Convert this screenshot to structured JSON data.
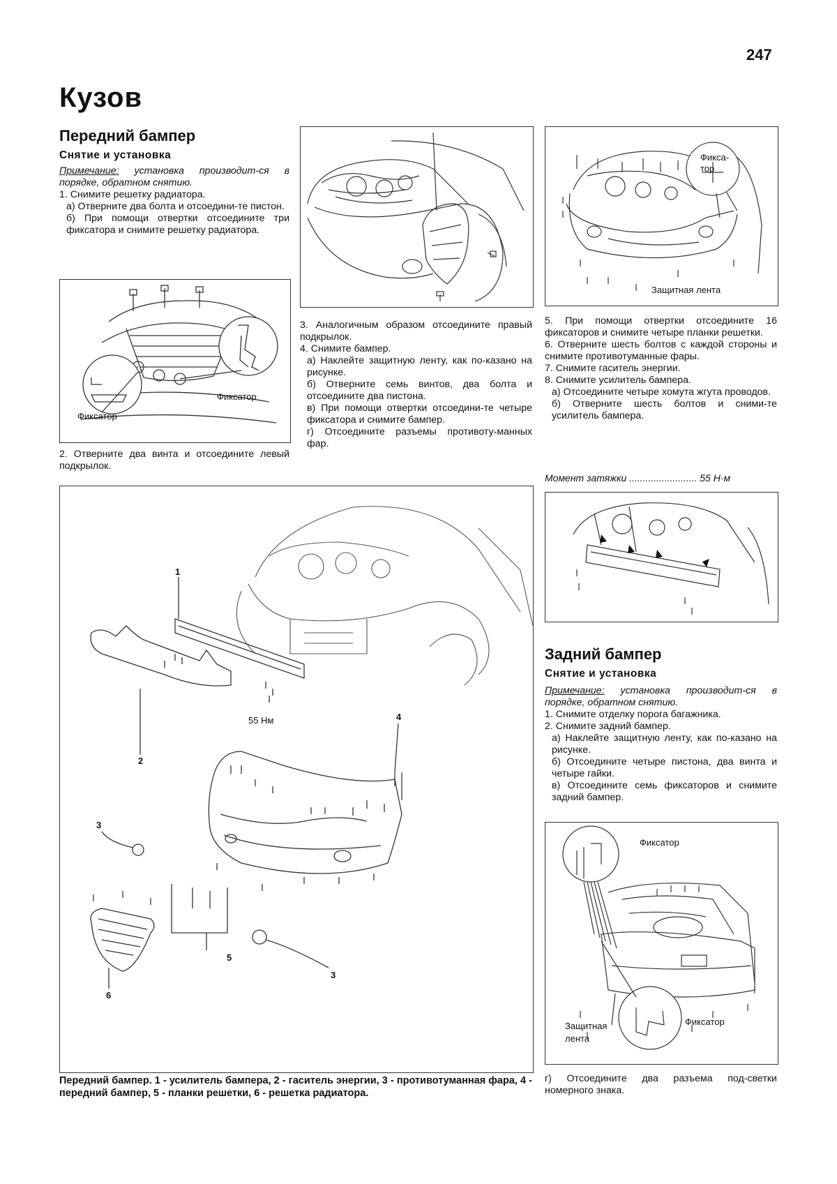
{
  "page": {
    "number": "247",
    "chapter": "Кузов"
  },
  "front": {
    "title": "Передний бампер",
    "subtitle": "Снятие и установка",
    "note_label": "Примечание:",
    "note_text": " установка производит-ся в порядке, обратном снятию.",
    "steps_a": [
      "1. Снимите решетку радиатора.",
      "а) Отверните два болта и отсоедини-те пистон.",
      "б) При помощи отвертки отсоедините три фиксатора и снимите решетку радиатора."
    ],
    "step2": "2. Отверните два винта и отсоедините левый подкрылок.",
    "steps_b": [
      "3. Аналогичным образом отсоедините правый подкрылок.",
      "4. Снимите бампер.",
      "а) Наклейте защитную ленту, как по-казано на рисунке.",
      "б) Отверните семь винтов, два болта и отсоедините два пистона.",
      "в) При помощи отвертки отсоедини-те четыре фиксатора и снимите бампер.",
      "г) Отсоедините разъемы противоту-манных фар."
    ],
    "steps_c": [
      "5. При помощи отвертки отсоедините 16 фиксаторов и снимите четыре планки решетки.",
      "6. Отверните шесть болтов с каждой стороны и снимите противотуманные фары.",
      "7. Снимите гаситель энергии.",
      "8. Снимите усилитель бампера.",
      "а) Отсоедините четыре хомута жгута проводов.",
      "б) Отверните шесть болтов и сними-те усилитель бампера."
    ],
    "torque_label": "Момент затяжки ......................... 55 Н·м",
    "fig1_labels": [
      "Фиксатор",
      "Фиксатор"
    ],
    "fig3_labels": [
      "Фикса-",
      "тор",
      "Защитная лента"
    ],
    "big_labels": [
      "1",
      "2",
      "3",
      "3",
      "4",
      "5",
      "6",
      "55 Нм"
    ],
    "caption": "Передний бампер. 1 - усилитель бампера, 2 - гаситель энергии, 3 - противотуманная фара, 4 - передний бампер, 5 - планки решетки, 6 - решетка радиатора."
  },
  "rear": {
    "title": "Задний бампер",
    "subtitle": "Снятие и установка",
    "note_label": "Примечание:",
    "note_text": " установка производит-ся в порядке, обратном снятию.",
    "steps": [
      "1. Снимите отделку порога багажника.",
      "2. Снимите задний бампер.",
      "а) Наклейте защитную ленту, как по-казано на рисунке.",
      "б) Отсоедините четыре пистона, два винта и четыре гайки.",
      "в) Отсоедините семь фиксаторов и снимите задний бампер."
    ],
    "fig_labels": [
      "Фиксатор",
      "Защитная",
      "лента",
      "Фиксатор"
    ],
    "final_step": "г) Отсоедините два разъема под-светки номерного знака."
  }
}
